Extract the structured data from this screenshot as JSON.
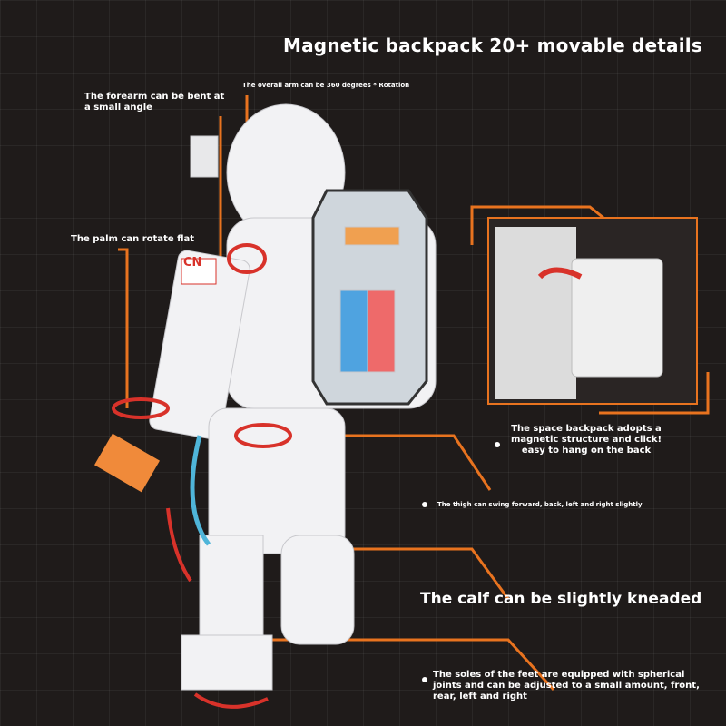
{
  "title": "Magnetic backpack 20+ movable details",
  "annotations": {
    "forearm": "The forearm can be bent at a small angle",
    "arm_rotation": "The overall arm can be 360 degrees * Rotation",
    "palm": "The palm can rotate flat",
    "backpack": "The space backpack adopts a magnetic structure and click! easy to hang on the back",
    "thigh": "The thigh can swing forward, back, left and right slightly",
    "calf": "The calf can be slightly kneaded",
    "soles": "The soles of the feet are equipped with spherical joints and can be adjusted to a small amount, front, rear, left and right"
  },
  "figure": {
    "arm_badge": "CN"
  },
  "colors": {
    "accent": "#e8731f",
    "background": "#1f1b1a",
    "arrow": "#d8322a"
  }
}
